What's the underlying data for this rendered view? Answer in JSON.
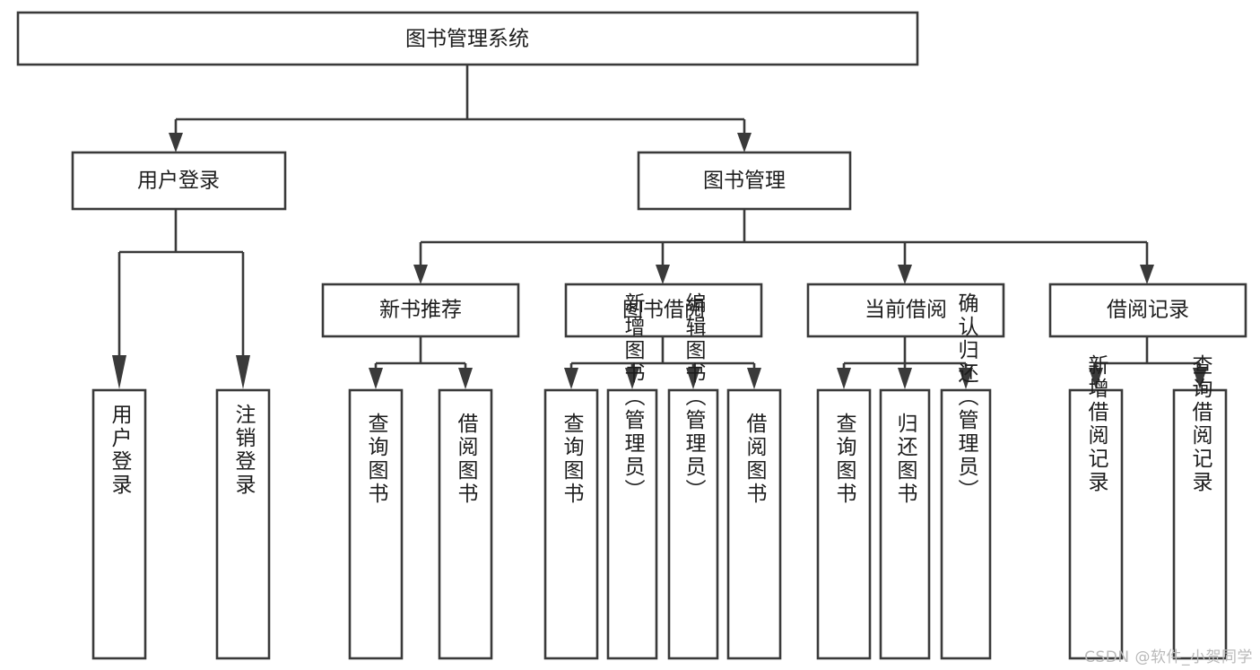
{
  "diagram": {
    "type": "tree-hierarchy",
    "title": "图书管理系统",
    "orientation": "top-down",
    "colors": {
      "background": "#ffffff",
      "box_stroke": "#3a3a3a",
      "box_fill": "#ffffff",
      "text": "#1d1d1d",
      "watermark": "#b9b9b9"
    },
    "watermark": "CSDN @软件_小贺同学",
    "root": {
      "id": "root",
      "label": "图书管理系统",
      "orientation": "horizontal"
    },
    "level2": [
      {
        "id": "user-login",
        "label": "用户登录",
        "orientation": "horizontal",
        "children": [
          {
            "id": "user-login-do",
            "label": "用户登录",
            "orientation": "vertical"
          },
          {
            "id": "user-logout",
            "label": "注销登录",
            "orientation": "vertical"
          }
        ]
      },
      {
        "id": "book-manage",
        "label": "图书管理",
        "orientation": "horizontal",
        "children": [
          {
            "id": "new-book-recommend",
            "label": "新书推荐",
            "orientation": "horizontal",
            "children": [
              {
                "id": "query-book-1",
                "label": "查询图书",
                "orientation": "vertical"
              },
              {
                "id": "borrow-book-1",
                "label": "借阅图书",
                "orientation": "vertical"
              }
            ]
          },
          {
            "id": "book-borrow",
            "label": "图书借阅",
            "orientation": "horizontal",
            "children": [
              {
                "id": "query-book-2",
                "label": "查询图书",
                "orientation": "vertical"
              },
              {
                "id": "add-book-admin",
                "label": "新增图书（管理员）",
                "orientation": "vertical"
              },
              {
                "id": "edit-book-admin",
                "label": "编辑图书（管理员）",
                "orientation": "vertical"
              },
              {
                "id": "borrow-book-2",
                "label": "借阅图书",
                "orientation": "vertical"
              }
            ]
          },
          {
            "id": "current-borrow",
            "label": "当前借阅",
            "orientation": "horizontal",
            "children": [
              {
                "id": "query-book-3",
                "label": "查询图书",
                "orientation": "vertical"
              },
              {
                "id": "return-book",
                "label": "归还图书",
                "orientation": "vertical"
              },
              {
                "id": "confirm-return-admin",
                "label": "确认归还（管理员）",
                "orientation": "vertical"
              }
            ]
          },
          {
            "id": "borrow-record",
            "label": "借阅记录",
            "orientation": "horizontal",
            "children": [
              {
                "id": "add-borrow-record",
                "label": "新增借阅记录",
                "orientation": "vertical"
              },
              {
                "id": "query-borrow-record",
                "label": "查询借阅记录",
                "orientation": "vertical"
              }
            ]
          }
        ]
      }
    ]
  }
}
